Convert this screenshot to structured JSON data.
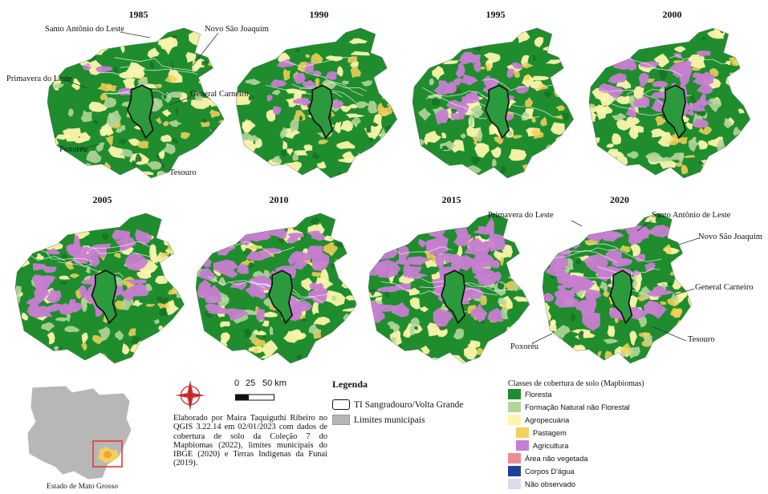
{
  "years": [
    "1985",
    "1990",
    "1995",
    "2000",
    "2005",
    "2010",
    "2015",
    "2020"
  ],
  "annotations_1985": {
    "santo_antonio": "Santo Antônio do Leste",
    "novo_sao_joaquim": "Novo São Joaquim",
    "primavera": "Primavera do Leste",
    "general_carneiro": "General Carneiro",
    "poxoreu": "Poxoréu",
    "tesouro": "Tesouro"
  },
  "annotations_2020": {
    "primavera": "Primavera do Leste",
    "santo_antonio": "Santo Antônio de Leste",
    "novo_sao_joaquim": "Novo São Joaquim",
    "general_carneiro": "General Carneiro",
    "poxoreu": "Poxoréu",
    "tesouro": "Tesouro"
  },
  "inset": {
    "caption": "Estado de Mato Grosso"
  },
  "scale": {
    "ticks": [
      "0",
      "25",
      "50 km"
    ]
  },
  "credits": "Elaborado por Maira Taquiguthi Ribeiro no QGIS 3.22.14 em 02/01/2023 com dados de cobertura de solo da Coleção 7 do Mapbiomas (2022), limites municipais do IBGE (2020) e Terras Indígenas da Funai (2019).",
  "legend": {
    "title": "Legenda",
    "items": [
      {
        "label": "TI Sangradouro/Volta Grande",
        "style": "outline"
      },
      {
        "label": "Limites municipais",
        "style": "gray"
      }
    ]
  },
  "classes": {
    "title": "Classes de cobertura de solo (Mapbiomas)",
    "items": [
      {
        "label": "Floresta",
        "color": "#1f8d2e",
        "indent": false
      },
      {
        "label": "Formação Natural não Florestal",
        "color": "#b3d59a",
        "indent": false
      },
      {
        "label": "Agropecuária",
        "color": "#fdf5ac",
        "indent": false
      },
      {
        "label": "Pastagem",
        "color": "#f7d05a",
        "indent": true
      },
      {
        "label": "Agricultura",
        "color": "#c77ed1",
        "indent": true
      },
      {
        "label": "Área não vegetada",
        "color": "#ec8c95",
        "indent": false
      },
      {
        "label": "Corpos D'água",
        "color": "#243d9a",
        "indent": false
      },
      {
        "label": "Não observado",
        "color": "#d9dcea",
        "indent": false
      }
    ]
  },
  "colors": {
    "forest": "#1f8d2e",
    "forest_dark": "#167326",
    "savanna": "#b3d59a",
    "farming": "#fdf5ac",
    "pasture": "#f7d05a",
    "agriculture": "#c77ed1",
    "territory": "#2a9a3c",
    "inset_state": "#b7b7b7",
    "inset_box": "#e53935",
    "north_arrow": "#d32f2f"
  },
  "agriculture_share": [
    0.03,
    0.12,
    0.28,
    0.4,
    0.5,
    0.55,
    0.62,
    0.66
  ]
}
